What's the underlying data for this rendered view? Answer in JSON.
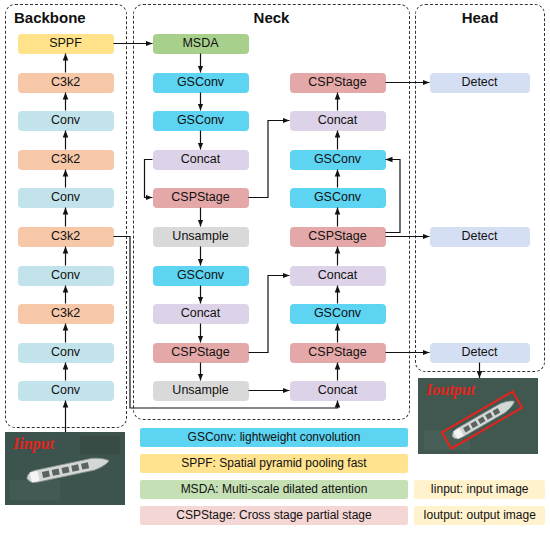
{
  "diagram": {
    "nodes": [
      {
        "text": [
          "Backbone"
        ]
      },
      {
        "text": [
          "SPPF"
        ],
        "in": 0
      },
      {
        "text": [
          "C3k2"
        ],
        "in": 0
      },
      {
        "text": [
          "Conv"
        ],
        "in": 0
      },
      {
        "text": [
          "C3k2"
        ],
        "in": 0
      },
      {
        "text": [
          "Conv"
        ],
        "in": 0
      },
      {
        "text": [
          "C3k2"
        ],
        "in": 0
      },
      {
        "text": [
          "Conv"
        ],
        "in": 0
      },
      {
        "text": [
          "C3k2"
        ],
        "in": 0
      },
      {
        "text": [
          "Conv"
        ],
        "in": 0
      },
      {
        "text": [
          "Conv"
        ],
        "in": 0
      },
      {
        "text": [
          "Neck"
        ]
      },
      {
        "text": [
          "MSDA"
        ],
        "in": 11
      },
      {
        "text": [
          "GSConv"
        ],
        "in": 11
      },
      {
        "text": [
          "GSConv"
        ],
        "in": 11
      },
      {
        "text": [
          "Concat"
        ],
        "in": 11
      },
      {
        "text": [
          "CSPStage"
        ],
        "in": 11
      },
      {
        "text": [
          "Unsample"
        ],
        "in": 11
      },
      {
        "text": [
          "GSConv"
        ],
        "in": 11
      },
      {
        "text": [
          "Concat"
        ],
        "in": 11
      },
      {
        "text": [
          "CSPStage"
        ],
        "in": 11
      },
      {
        "text": [
          "Unsample"
        ],
        "in": 11
      },
      {
        "text": [
          "CSPStage"
        ],
        "in": 11
      },
      {
        "text": [
          "Concat"
        ],
        "in": 11
      },
      {
        "text": [
          "GSConv"
        ],
        "in": 11
      },
      {
        "text": [
          "GSConv"
        ],
        "in": 11
      },
      {
        "text": [
          "CSPStage"
        ],
        "in": 11
      },
      {
        "text": [
          "Concat"
        ],
        "in": 11
      },
      {
        "text": [
          "GSConv"
        ],
        "in": 11
      },
      {
        "text": [
          "CSPStage"
        ],
        "in": 11
      },
      {
        "text": [
          "Concat"
        ],
        "in": 11
      },
      {
        "text": [
          "Head"
        ]
      },
      {
        "text": [
          "Detect"
        ],
        "in": 31
      },
      {
        "text": [
          "Detect"
        ],
        "in": 31
      },
      {
        "text": [
          "Detect"
        ],
        "in": 31
      },
      {
        "text": [
          "Iinput"
        ]
      },
      {
        "text": [
          "Ioutput"
        ]
      }
    ],
    "edges": [
      {
        "from": 10,
        "to": 9,
        "arrow": "to"
      },
      {
        "from": 9,
        "to": 8,
        "arrow": "to"
      },
      {
        "from": 8,
        "to": 7,
        "arrow": "to"
      },
      {
        "from": 7,
        "to": 6,
        "arrow": "to"
      },
      {
        "from": 6,
        "to": 5,
        "arrow": "to"
      },
      {
        "from": 5,
        "to": 4,
        "arrow": "to"
      },
      {
        "from": 4,
        "to": 3,
        "arrow": "to"
      },
      {
        "from": 3,
        "to": 2,
        "arrow": "to"
      },
      {
        "from": 2,
        "to": 1,
        "arrow": "to"
      },
      {
        "from": 35,
        "to": 10,
        "arrow": "to"
      },
      {
        "from": 1,
        "to": 12,
        "arrow": "to"
      },
      {
        "from": 12,
        "to": 13,
        "arrow": "to"
      },
      {
        "from": 13,
        "to": 14,
        "arrow": "to"
      },
      {
        "from": 14,
        "to": 15,
        "arrow": "to"
      },
      {
        "from": 15,
        "to": 16,
        "arrow": "to"
      },
      {
        "from": 16,
        "to": 17,
        "arrow": "to"
      },
      {
        "from": 17,
        "to": 18,
        "arrow": "to"
      },
      {
        "from": 18,
        "to": 19,
        "arrow": "to"
      },
      {
        "from": 19,
        "to": 20,
        "arrow": "to"
      },
      {
        "from": 20,
        "to": 21,
        "arrow": "to"
      },
      {
        "from": 21,
        "to": 30,
        "arrow": "to"
      },
      {
        "from": 6,
        "to": 30,
        "arrow": "to"
      },
      {
        "from": 16,
        "to": 23,
        "arrow": "to"
      },
      {
        "from": 20,
        "to": 27,
        "arrow": "to"
      },
      {
        "from": 30,
        "to": 29,
        "arrow": "to"
      },
      {
        "from": 29,
        "to": 28,
        "arrow": "to"
      },
      {
        "from": 28,
        "to": 27,
        "arrow": "to"
      },
      {
        "from": 27,
        "to": 26,
        "arrow": "to"
      },
      {
        "from": 26,
        "to": 25,
        "arrow": "to"
      },
      {
        "from": 25,
        "to": 24,
        "arrow": "to"
      },
      {
        "from": 26,
        "to": 24,
        "arrow": "to"
      },
      {
        "from": 24,
        "to": 23,
        "arrow": "to"
      },
      {
        "from": 23,
        "to": 22,
        "arrow": "to"
      },
      {
        "from": 22,
        "to": 32,
        "arrow": "to"
      },
      {
        "from": 26,
        "to": 33,
        "arrow": "to"
      },
      {
        "from": 29,
        "to": 34,
        "arrow": "to"
      },
      {
        "from": 34,
        "to": 36,
        "arrow": "to"
      }
    ],
    "legend": [
      {
        "text": "GSConv: lightweight convolution",
        "color": "#5CD4F2"
      },
      {
        "text": "SPPF: Spatial pyramid pooling fast",
        "color": "#FFE38F"
      },
      {
        "text": "MSDA: Multi-scale dilated attention",
        "color": "#C5E0B4"
      },
      {
        "text": "CSPStage: Cross stage partial stage",
        "color": "#F4D6D4"
      },
      {
        "text": "Iinput: input image",
        "color": "#FFF2CC"
      },
      {
        "text": "Ioutput: output image",
        "color": "#FFF2CC"
      }
    ]
  }
}
